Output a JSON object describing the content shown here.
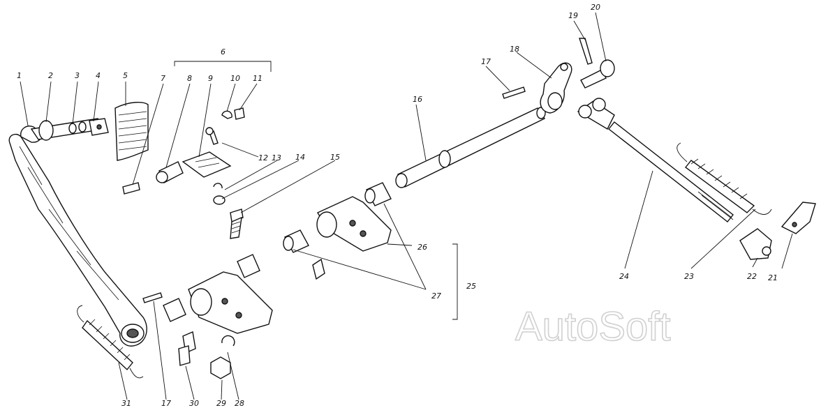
{
  "watermark": "AutoSoft",
  "callouts": [
    {
      "id": "c1",
      "text": "1"
    },
    {
      "id": "c2",
      "text": "2"
    },
    {
      "id": "c3",
      "text": "3"
    },
    {
      "id": "c4",
      "text": "4"
    },
    {
      "id": "c5",
      "text": "5"
    },
    {
      "id": "c6",
      "text": "6"
    },
    {
      "id": "c7",
      "text": "7"
    },
    {
      "id": "c8",
      "text": "8"
    },
    {
      "id": "c9",
      "text": "9"
    },
    {
      "id": "c10",
      "text": "10"
    },
    {
      "id": "c11",
      "text": "11"
    },
    {
      "id": "c12",
      "text": "12"
    },
    {
      "id": "c13",
      "text": "13"
    },
    {
      "id": "c14",
      "text": "14"
    },
    {
      "id": "c15",
      "text": "15"
    },
    {
      "id": "c16",
      "text": "16"
    },
    {
      "id": "c17a",
      "text": "17"
    },
    {
      "id": "c18",
      "text": "18"
    },
    {
      "id": "c19",
      "text": "19"
    },
    {
      "id": "c20",
      "text": "20"
    },
    {
      "id": "c21",
      "text": "21"
    },
    {
      "id": "c22",
      "text": "22"
    },
    {
      "id": "c23",
      "text": "23"
    },
    {
      "id": "c24",
      "text": "24"
    },
    {
      "id": "c25",
      "text": "25"
    },
    {
      "id": "c26",
      "text": "26"
    },
    {
      "id": "c27",
      "text": "27"
    },
    {
      "id": "c28",
      "text": "28"
    },
    {
      "id": "c29",
      "text": "29"
    },
    {
      "id": "c30",
      "text": "30"
    },
    {
      "id": "c17b",
      "text": "17"
    },
    {
      "id": "c31",
      "text": "31"
    }
  ]
}
